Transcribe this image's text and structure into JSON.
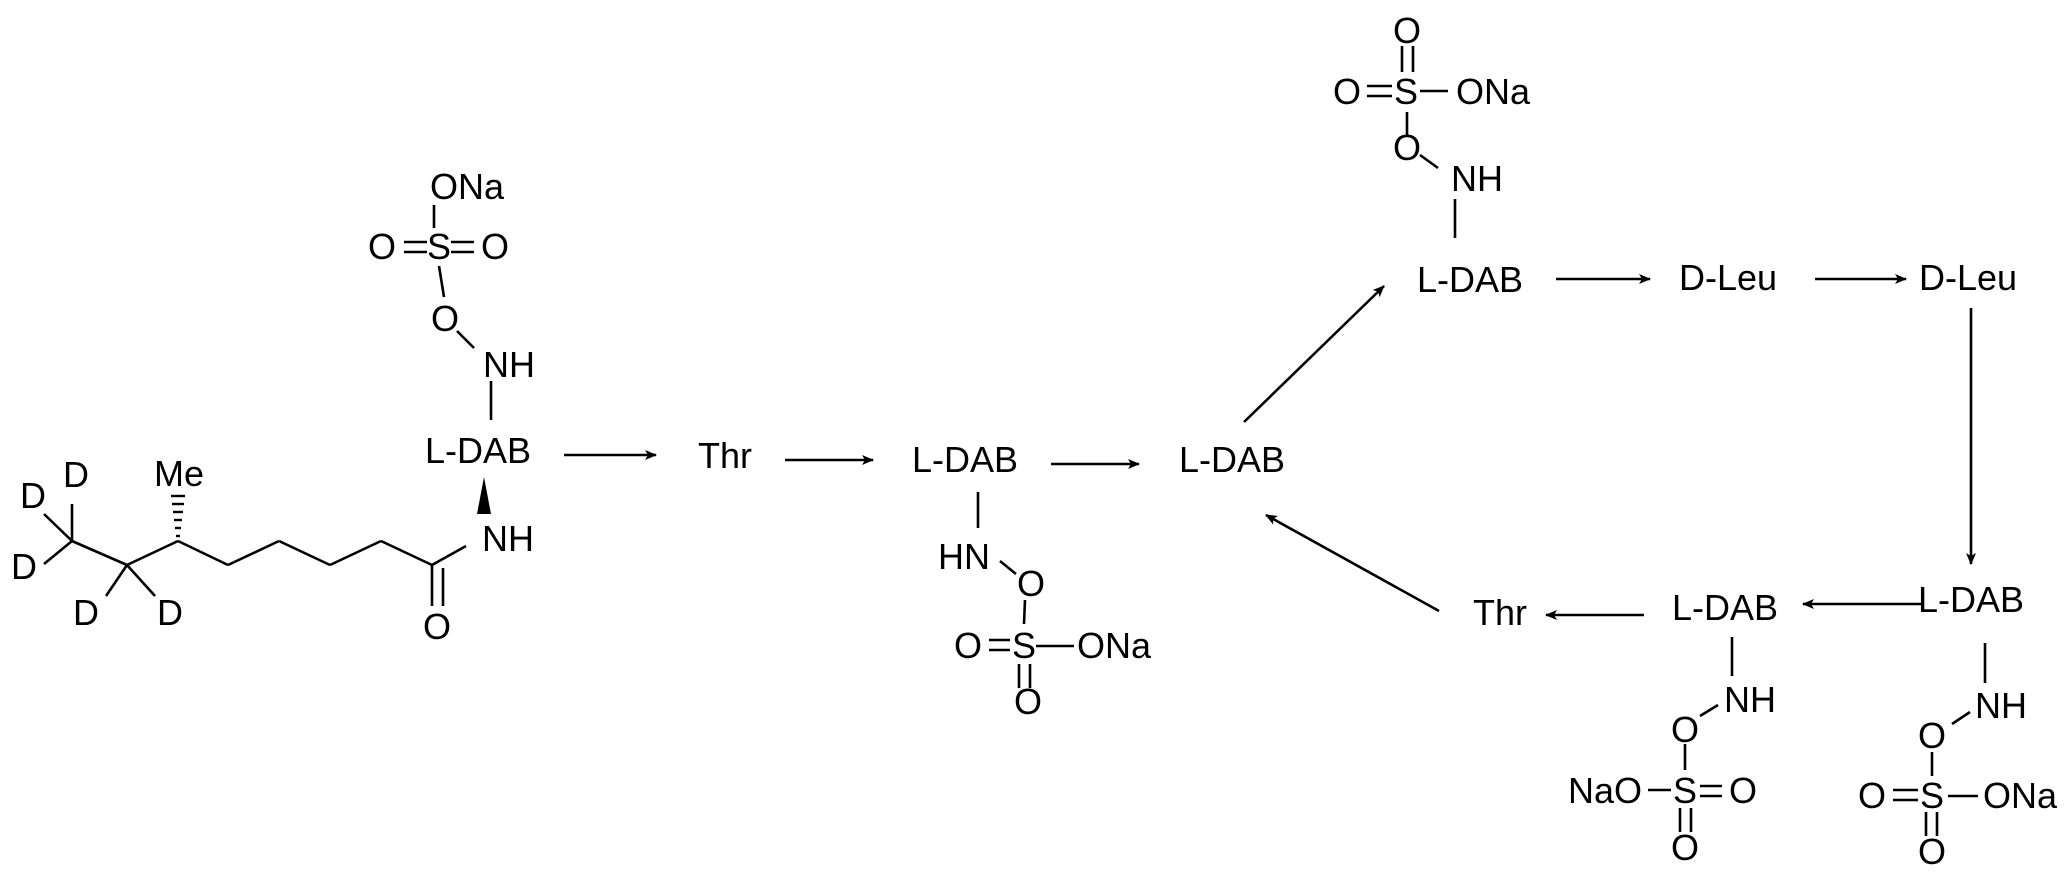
{
  "residues": {
    "ldab1": "L-DAB",
    "thr1": "Thr",
    "ldab2": "L-DAB",
    "ldab3": "L-DAB",
    "ldab4": "L-DAB",
    "dleu1": "D-Leu",
    "dleu2": "D-Leu",
    "ldab5": "L-DAB",
    "ldab6": "L-DAB",
    "thr2": "Thr"
  },
  "fatty_acid": {
    "methyl": "Me",
    "deuterium": "D",
    "amide_nh": "NH",
    "carbonyl_o": "O"
  },
  "sulfomethyl_groups": {
    "g1": {
      "na": "ONa",
      "s": "S",
      "o": "O",
      "nh": "NH"
    },
    "g2": {
      "hn": "HN",
      "o": "O",
      "s": "S",
      "na": "ONa"
    },
    "g3": {
      "s": "S",
      "na": "ONa",
      "o": "O",
      "nh": "NH"
    },
    "g4": {
      "nh": "NH",
      "o": "O",
      "s": "S",
      "na": "NaO"
    },
    "g5": {
      "nh": "NH",
      "o": "O",
      "s": "S",
      "na": "ONa"
    }
  },
  "colors": {
    "ink": "#000000",
    "background": "#ffffff"
  }
}
